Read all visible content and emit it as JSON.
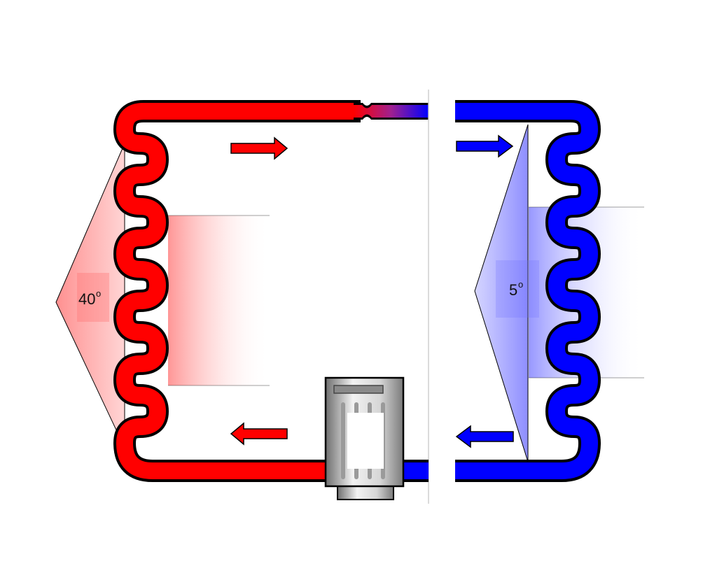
{
  "diagram": {
    "hot_side": {
      "temperature_value": "40",
      "temperature_degree": "o",
      "pipe_color": "#ff0000",
      "arrow_color": "#ff0000"
    },
    "cold_side": {
      "temperature_value": "5",
      "temperature_degree": "o",
      "pipe_color": "#0000ff",
      "arrow_color": "#0000ff"
    },
    "colors": {
      "outline": "#000000",
      "divider": "#cccccc",
      "hot_fan": "#ff8080",
      "cold_fan": "#8080ff",
      "compressor_body": "#bcbcbc"
    }
  }
}
